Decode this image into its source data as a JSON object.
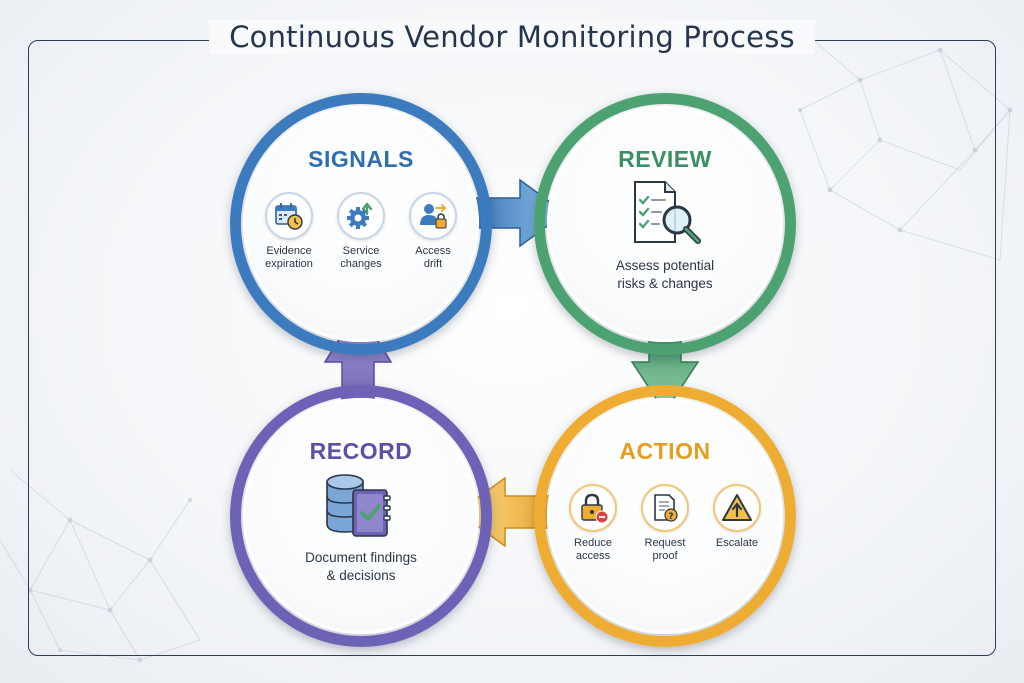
{
  "title": "Continuous Vendor Monitoring Process",
  "colors": {
    "signals": "#3d7bbf",
    "review": "#4ca271",
    "action": "#eeac33",
    "record": "#6d62b6",
    "title_text": "#243550"
  },
  "nodes": {
    "signals": {
      "title": "SIGNALS",
      "items": [
        {
          "line1": "Evidence",
          "line2": "expiration",
          "icon": "calendar-clock-icon"
        },
        {
          "line1": "Service",
          "line2": "changes",
          "icon": "gear-arrow-up-icon"
        },
        {
          "line1": "Access",
          "line2": "drift",
          "icon": "user-lock-icon"
        }
      ]
    },
    "review": {
      "title": "REVIEW",
      "icon": "checklist-magnifier-icon",
      "desc_line1": "Assess potential",
      "desc_line2": "risks & changes"
    },
    "action": {
      "title": "ACTION",
      "items": [
        {
          "line1": "Reduce",
          "line2": "access",
          "icon": "lock-minus-icon"
        },
        {
          "line1": "Request",
          "line2": "proof",
          "icon": "document-question-icon"
        },
        {
          "line1": "Escalate",
          "line2": "",
          "icon": "warning-arrow-up-icon"
        }
      ]
    },
    "record": {
      "title": "RECORD",
      "icon": "database-book-check-icon",
      "desc_line1": "Document findings",
      "desc_line2": "& decisions"
    }
  },
  "flow": [
    "signals",
    "review",
    "action",
    "record",
    "signals"
  ]
}
